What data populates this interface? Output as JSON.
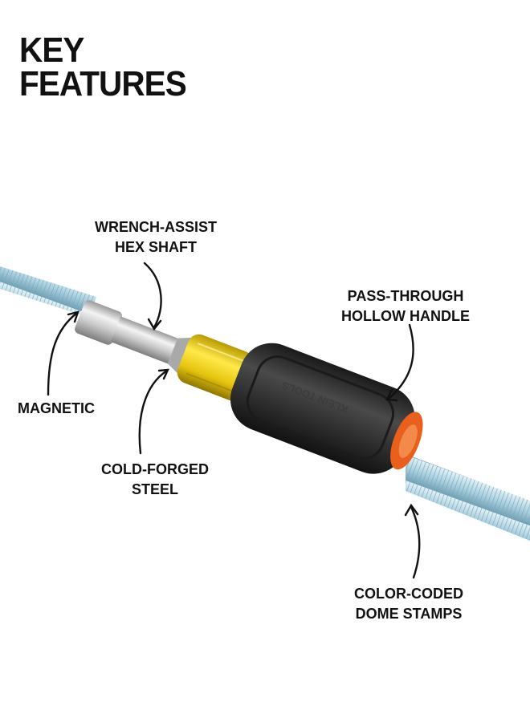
{
  "heading": {
    "line1": "KEY",
    "line2": "FEATURES"
  },
  "callouts": {
    "wrench_assist": {
      "line1": "WRENCH-ASSIST",
      "line2": "HEX SHAFT"
    },
    "pass_through": {
      "line1": "PASS-THROUGH",
      "line2": "HOLLOW HANDLE"
    },
    "magnetic": {
      "line1": "MAGNETIC"
    },
    "cold_forged": {
      "line1": "COLD-FORGED",
      "line2": "STEEL"
    },
    "color_coded": {
      "line1": "COLOR-CODED",
      "line2": "DOME STAMPS"
    }
  },
  "handle_brand": "KLEIN TOOLS",
  "colors": {
    "text": "#111111",
    "handle_black": "#2a2a2a",
    "handle_yellow": "#f2d21a",
    "dome_orange": "#e8601c",
    "rod_blue": "#b9dbe8",
    "chrome": "#cfcfcf"
  },
  "icons": [
    "screwdriver-image",
    "threaded-rod",
    "callout-arrow"
  ]
}
